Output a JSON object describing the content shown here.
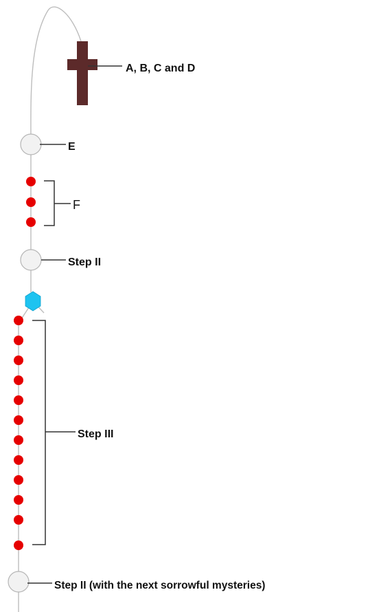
{
  "labels": {
    "cross": "A, B, C and D",
    "bead_e": "E",
    "group_f": "F",
    "step2": "Step II",
    "step3": "Step III",
    "step2_next": "Step II (with the next sorrowful mysteries)"
  },
  "colors": {
    "cord": "#bdbdbd",
    "cross": "#5c2a2a",
    "red_bead": "#e60000",
    "large_bead_fill": "#f2f2f2",
    "large_bead_stroke": "#b5b5b5",
    "medal": "#1ec3f0",
    "leader": "#333333"
  },
  "groups": {
    "f_bead_count": 3,
    "step3_bead_count": 12
  }
}
